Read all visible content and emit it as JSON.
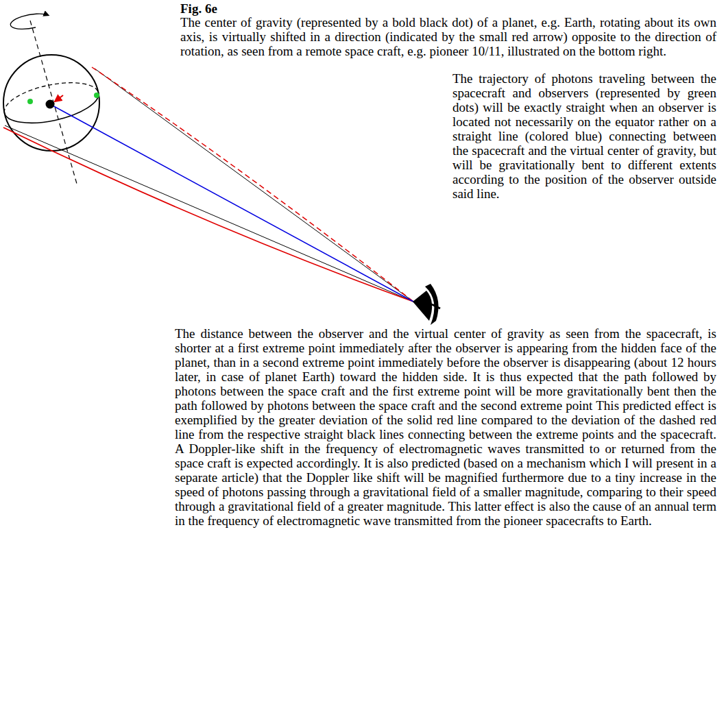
{
  "diagram": {
    "title": "Fig. 6e",
    "caption": "The center of gravity (represented by a bold black dot) of a planet, e.g. Earth, rotating about its own axis, is virtually shifted in a direction (indicated by the small red arrow) opposite to the direction of rotation, as seen from a remote space craft, e.g. pioneer 10/11, illustrated on the bottom right.",
    "labels": [
      "The trajectory of photons traveling between the spacecraft and observers (represented by green dots) will be exactly straight when an observer is located not necessarily on the equator rather on a straight line (colored blue) connecting between the spacecraft and the virtual center of gravity, but will be gravitationally bent to different extents according to the position of the observer outside said line.",
      "The distance between the observer and the virtual center of gravity as seen from the spacecraft, is shorter at a first extreme point immediately after the observer is appearing from the hidden face of the planet, than in a second extreme point immediately before the observer is disappearing (about 12 hours later, in case of planet Earth) toward the hidden side. It is thus expected that the path followed by photons between the space craft and the first extreme point will be more gravitationally bent then the path followed by photons between the space craft and the second extreme point This predicted effect is exemplified by the greater deviation of the solid red line compared to the deviation of the dashed red line from the respective straight black lines connecting between the extreme points and the spacecraft. A Doppler-like shift in the frequency of electromagnetic waves transmitted to or returned from the space craft is expected accordingly. It is also predicted (based on a mechanism which I will present in a separate article) that the Doppler like shift will be magnified furthermore due to a tiny increase in the speed of photons passing through a gravitational field of a smaller magnitude, comparing to their speed through a gravitational field of a greater magnitude. This latter effect is also the cause of an annual term in the frequency of electromagnetic wave transmitted from the pioneer spacecrafts to Earth."
    ]
  }
}
